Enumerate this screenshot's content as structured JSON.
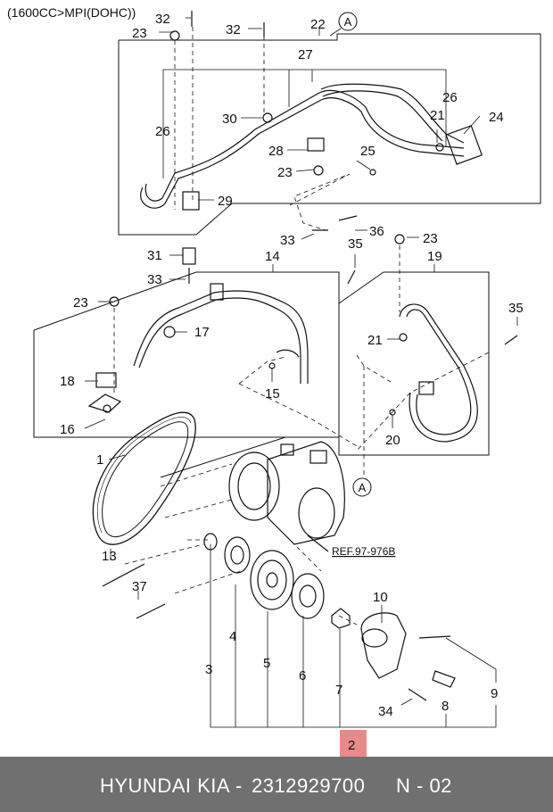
{
  "caption": "(1600CC>MPI(DOHC))",
  "ref_label": "REF.97-976B",
  "connector_a": "A",
  "highlight_color": "#e88a8a",
  "footer": {
    "brand": "HYUNDAI  KIA",
    "separator": "-",
    "part_number": "2312929700",
    "code": "N - 02"
  },
  "callouts": {
    "c1": "1",
    "c2": "2",
    "c3": "3",
    "c4": "4",
    "c5": "5",
    "c6": "6",
    "c7": "7",
    "c8": "8",
    "c9": "9",
    "c10": "10",
    "c13": "13",
    "c14": "14",
    "c15": "15",
    "c16": "16",
    "c17": "17",
    "c18": "18",
    "c19": "19",
    "c20": "20",
    "c21a": "21",
    "c21b": "21",
    "c22": "22",
    "c23a": "23",
    "c23b": "23",
    "c23c": "23",
    "c23d": "23",
    "c24": "24",
    "c25": "25",
    "c26a": "26",
    "c26b": "26",
    "c27": "27",
    "c28": "28",
    "c29": "29",
    "c30": "30",
    "c31": "31",
    "c32a": "32",
    "c32b": "32",
    "c33a": "33",
    "c33b": "33",
    "c34": "34",
    "c35a": "35",
    "c35b": "35",
    "c36": "36",
    "c37": "37"
  }
}
